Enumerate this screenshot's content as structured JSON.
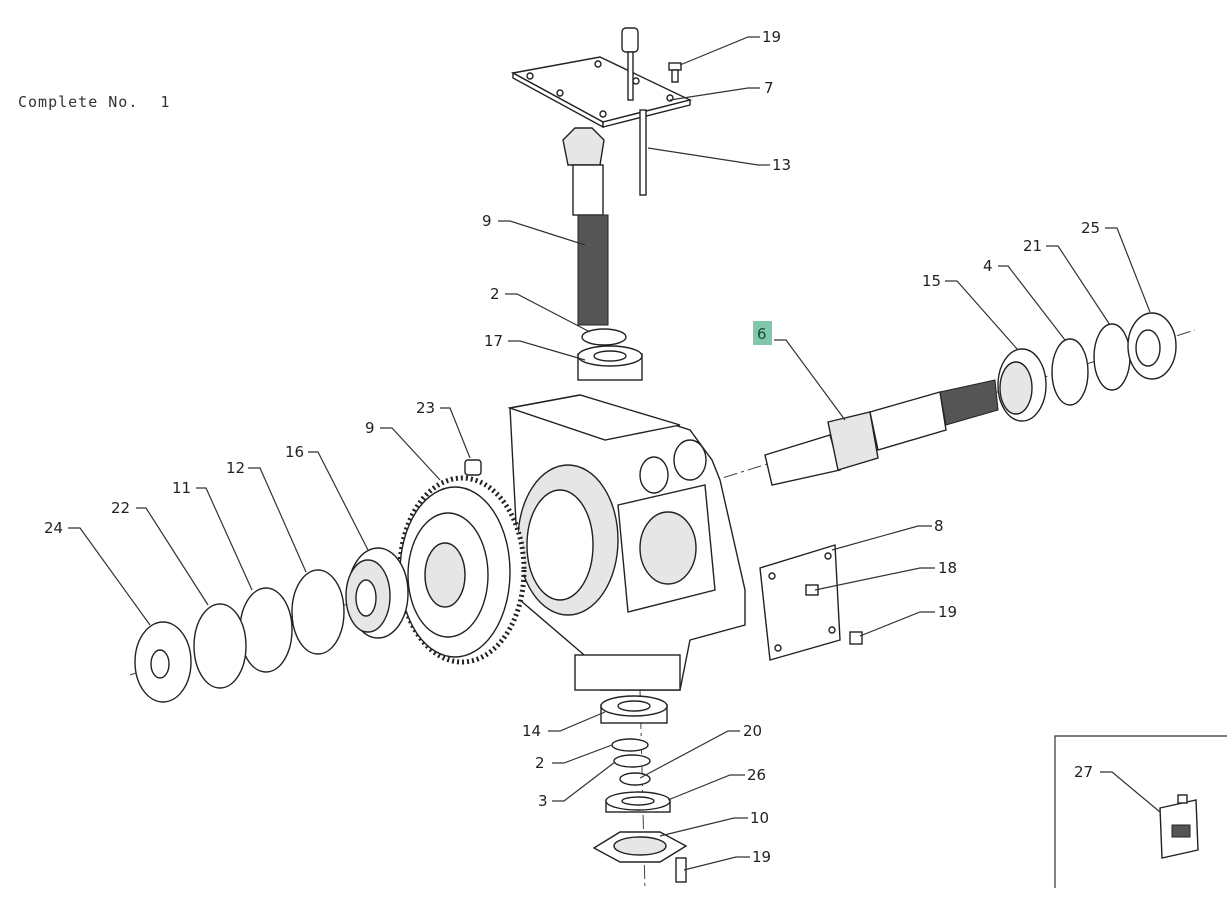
{
  "header": {
    "complete_label": "Complete No.",
    "complete_number": "1"
  },
  "highlight_color": "#7fc8a9",
  "callouts": {
    "c19a": "19",
    "c7": "7",
    "c13": "13",
    "c9a": "9",
    "c2a": "2",
    "c17": "17",
    "c6": "6",
    "c15": "15",
    "c4": "4",
    "c21": "21",
    "c25": "25",
    "c23": "23",
    "c9b": "9",
    "c16": "16",
    "c12": "12",
    "c11": "11",
    "c22": "22",
    "c24": "24",
    "c8": "8",
    "c18": "18",
    "c19b": "19",
    "c14": "14",
    "c20": "20",
    "c2b": "2",
    "c26": "26",
    "c3": "3",
    "c10": "10",
    "c19c": "19",
    "c27": "27"
  }
}
